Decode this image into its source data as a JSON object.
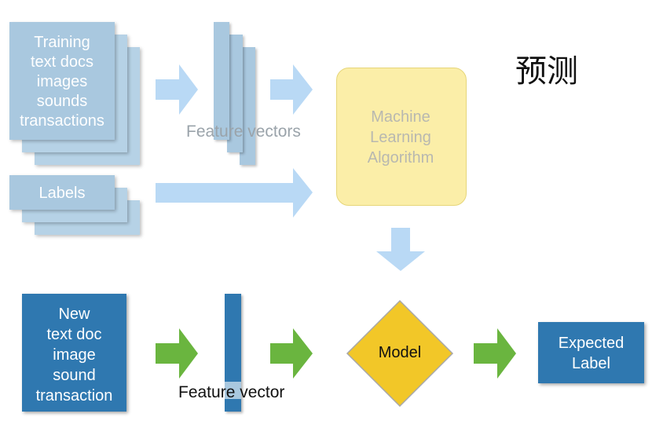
{
  "title": "预测",
  "training": {
    "lines": "Training\ntext docs\nimages\nsounds\ntransactions"
  },
  "labels": {
    "text": "Labels"
  },
  "feature_vectors": {
    "text": "Feature vectors"
  },
  "algorithm": {
    "lines": "Machine\nLearning\nAlgorithm"
  },
  "new_input": {
    "lines": "New\ntext doc\nimage\nsound\ntransaction"
  },
  "feature_vector": {
    "text": "Feature vector"
  },
  "model": {
    "text": "Model"
  },
  "expected": {
    "lines": "Expected\nLabel"
  },
  "colors": {
    "light_blue": "#a9c8df",
    "dark_blue": "#2f78b0",
    "arrow_light": "#b9d9f5",
    "arrow_green": "#6ab53f",
    "model_yellow": "#f2c728",
    "algo_yellow": "#fbeea8"
  }
}
